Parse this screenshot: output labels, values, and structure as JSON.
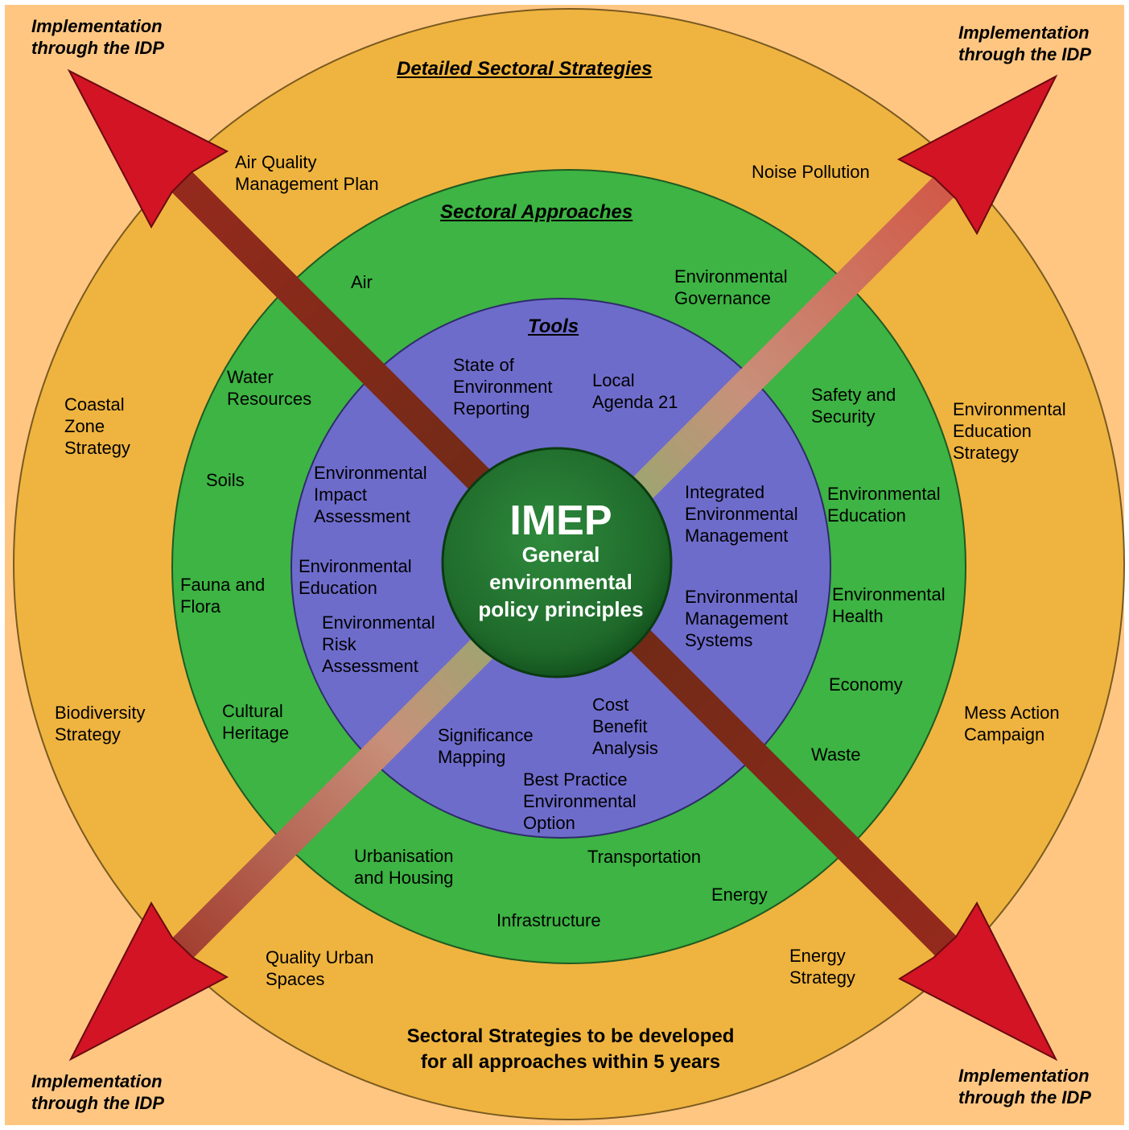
{
  "colors": {
    "background": "#FFC682",
    "outer_ring": "#EFB43F",
    "middle_ring": "#3DB443",
    "inner_ring": "#6E6CCB",
    "center": "#1F6A2B",
    "arrow": "#D21424",
    "shaft": "#8A2818"
  },
  "corners": {
    "top_left": "Implementation\nthrough the IDP",
    "top_right": "Implementation\nthrough the IDP",
    "bottom_left": "Implementation\nthrough the IDP",
    "bottom_right": "Implementation\nthrough the IDP"
  },
  "outer": {
    "heading": "Detailed Sectoral Strategies",
    "items": {
      "air_quality": "Air Quality\nManagement Plan",
      "noise": "Noise Pollution",
      "coastal": "Coastal\nZone\nStrategy",
      "env_ed_strategy": "Environmental\nEducation\nStrategy",
      "biodiversity": "Biodiversity\nStrategy",
      "mess_action": "Mess Action\nCampaign",
      "quality_urban": "Quality Urban\nSpaces",
      "energy_strategy": "Energy\nStrategy"
    },
    "footer": "Sectoral Strategies to be developed\nfor all approaches within 5 years"
  },
  "middle": {
    "heading": "Sectoral Approaches",
    "items": {
      "air": "Air",
      "env_governance": "Environmental\nGovernance",
      "water": "Water\nResources",
      "safety": "Safety and\nSecurity",
      "soils": "Soils",
      "env_education": "Environmental\nEducation",
      "fauna": "Fauna and\nFlora",
      "env_health": "Environmental\nHealth",
      "economy": "Economy",
      "cultural": "Cultural\nHeritage",
      "waste": "Waste",
      "urbanisation": "Urbanisation\nand Housing",
      "transportation": "Transportation",
      "energy": "Energy",
      "infrastructure": "Infrastructure"
    }
  },
  "inner": {
    "heading": "Tools",
    "items": {
      "soe": "State of\nEnvironment\nReporting",
      "agenda21": "Local\nAgenda 21",
      "eia": "Environmental\nImpact\nAssessment",
      "iem": "Integrated\nEnvironmental\nManagement",
      "env_ed_tool": "Environmental\nEducation",
      "ems": "Environmental\nManagement\nSystems",
      "era": "Environmental\nRisk\nAssessment",
      "cba": "Cost\nBenefit\nAnalysis",
      "sig_map": "Significance\nMapping",
      "bpeo": "Best Practice\nEnvironmental\nOption"
    }
  },
  "center": {
    "title": "IMEP",
    "subtitle": "General\nenvironmental\npolicy principles"
  }
}
